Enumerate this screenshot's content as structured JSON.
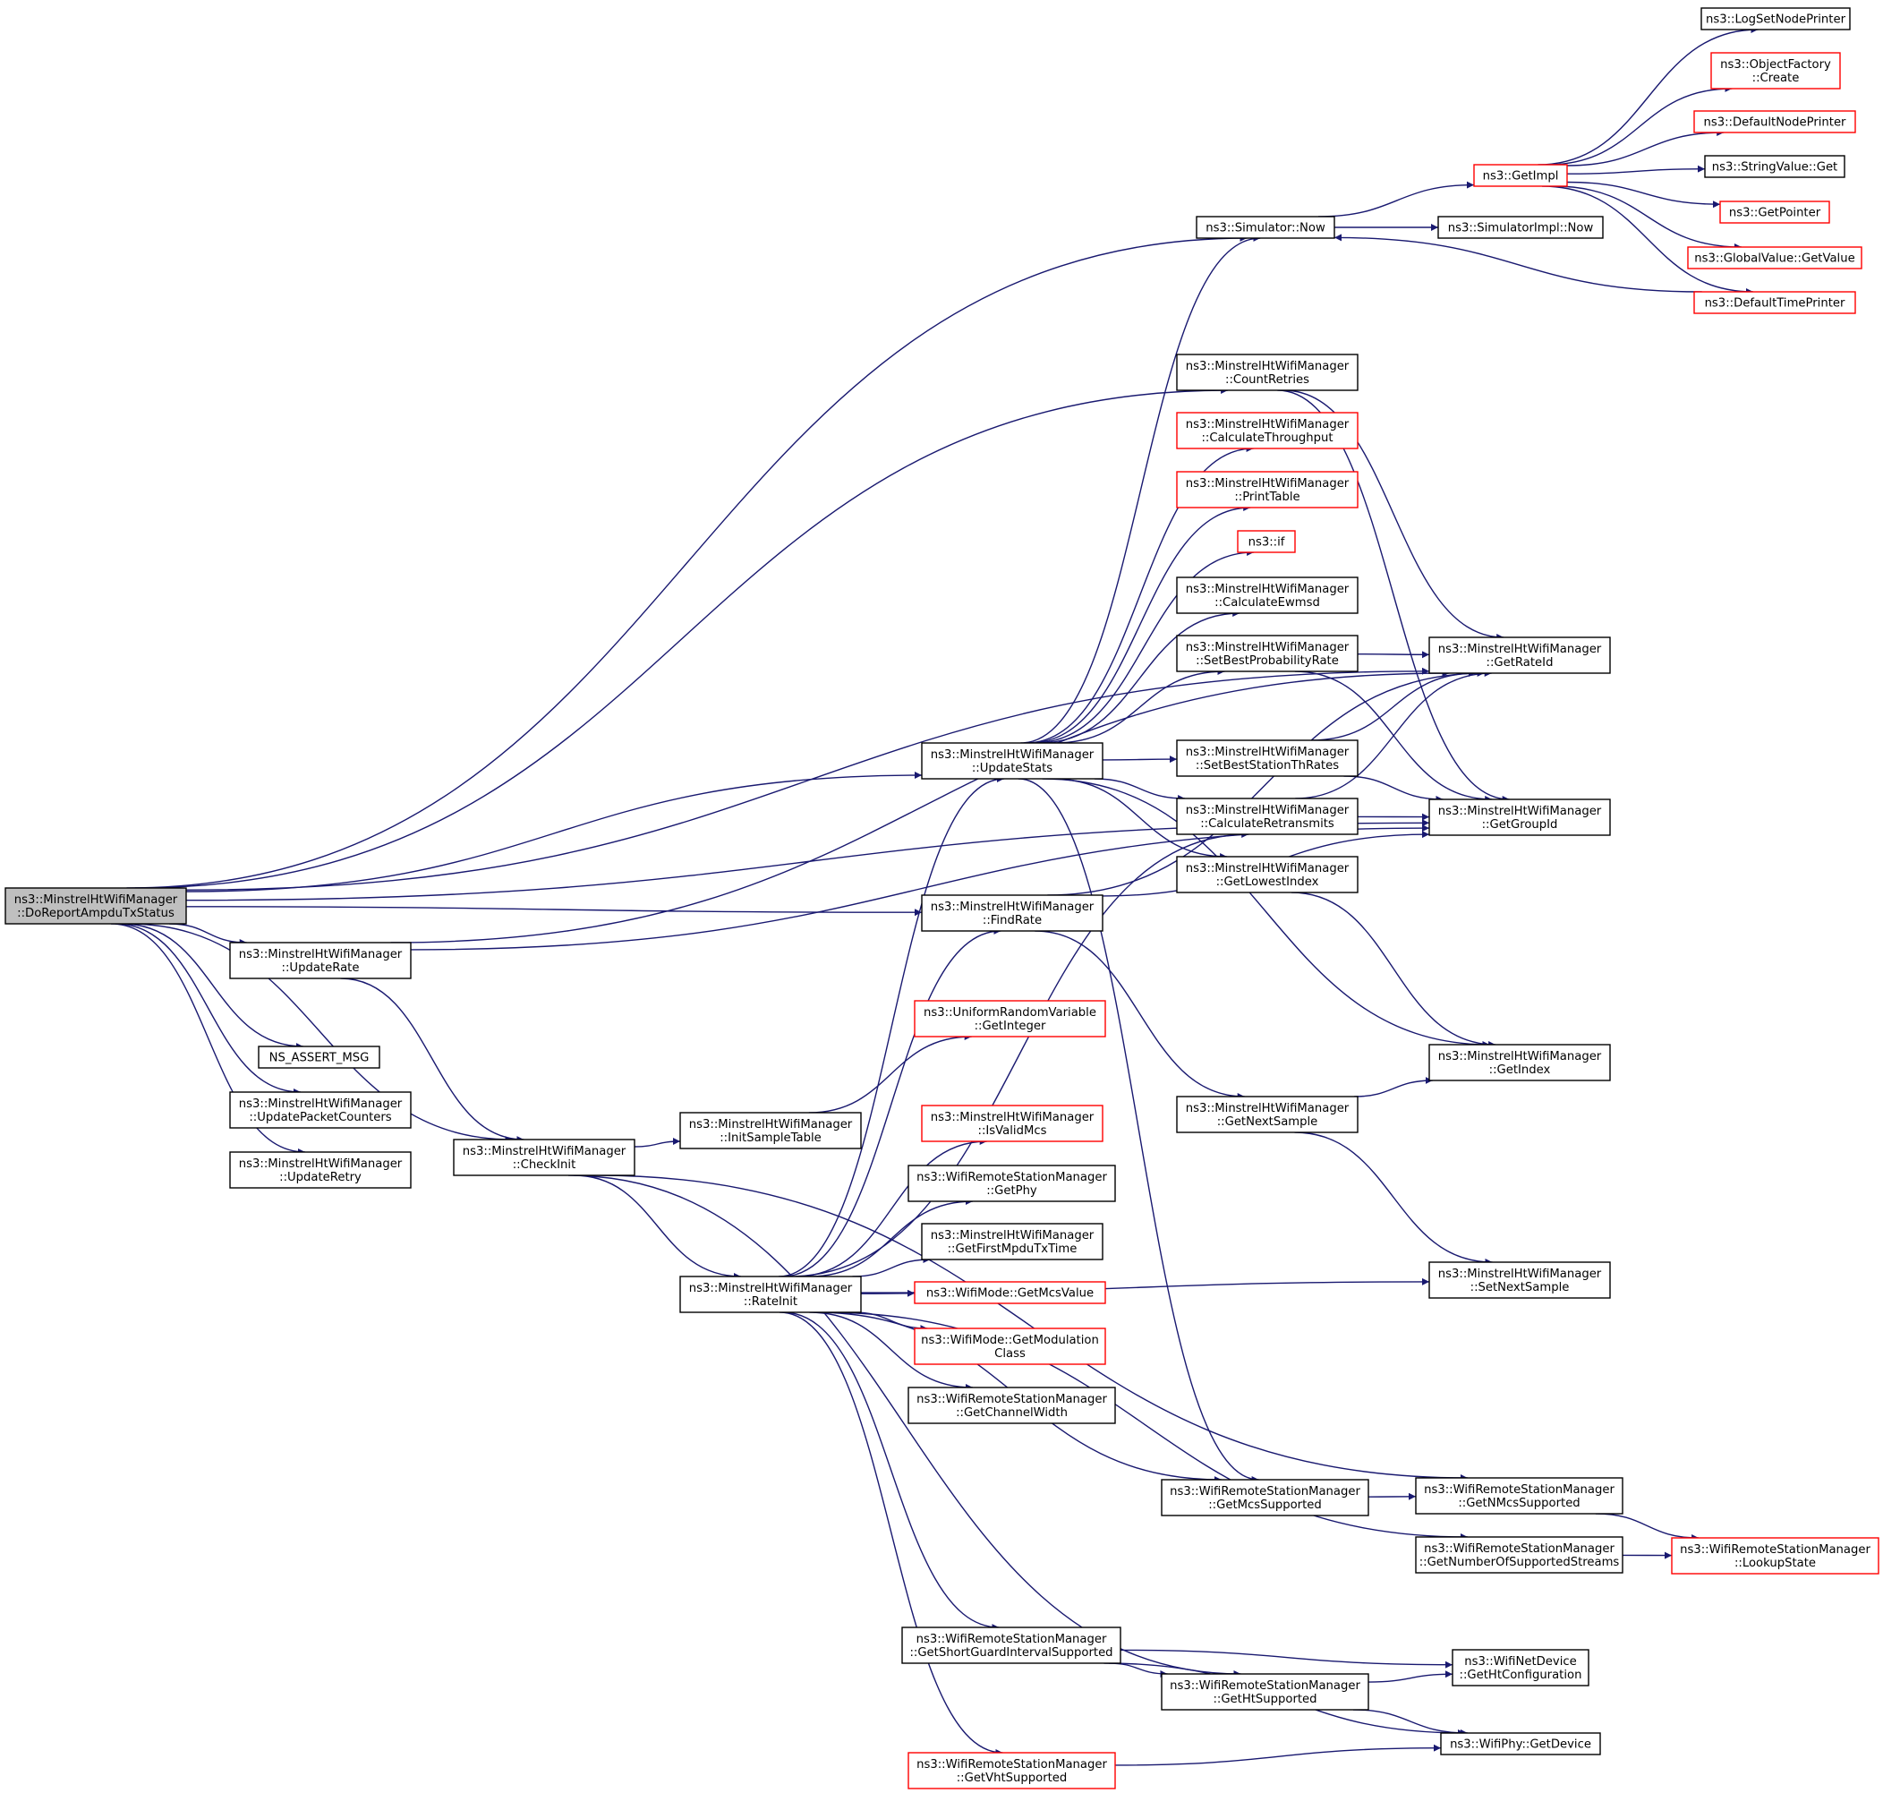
{
  "colors": {
    "edge": "#191970",
    "node_border": "#000000",
    "node_border_truncated": "#ff0000",
    "root_fill": "#bfbfbf",
    "background": "#ffffff"
  },
  "nodes": [
    {
      "id": "doreport",
      "lines": [
        "ns3::MinstrelHtWifiManager",
        "::DoReportAmpduTxStatus"
      ],
      "style": "root"
    },
    {
      "id": "updaterate",
      "lines": [
        "ns3::MinstrelHtWifiManager",
        "::UpdateRate"
      ],
      "style": "normal"
    },
    {
      "id": "nsassert",
      "lines": [
        "NS_ASSERT_MSG"
      ],
      "style": "normal"
    },
    {
      "id": "updatepktcnt",
      "lines": [
        "ns3::MinstrelHtWifiManager",
        "::UpdatePacketCounters"
      ],
      "style": "normal"
    },
    {
      "id": "updateretry",
      "lines": [
        "ns3::MinstrelHtWifiManager",
        "::UpdateRetry"
      ],
      "style": "normal"
    },
    {
      "id": "checkinit",
      "lines": [
        "ns3::MinstrelHtWifiManager",
        "::CheckInit"
      ],
      "style": "normal"
    },
    {
      "id": "initsample",
      "lines": [
        "ns3::MinstrelHtWifiManager",
        "::InitSampleTable"
      ],
      "style": "normal"
    },
    {
      "id": "rateinit",
      "lines": [
        "ns3::MinstrelHtWifiManager",
        "::RateInit"
      ],
      "style": "normal"
    },
    {
      "id": "updatestats",
      "lines": [
        "ns3::MinstrelHtWifiManager",
        "::UpdateStats"
      ],
      "style": "normal"
    },
    {
      "id": "findrate",
      "lines": [
        "ns3::MinstrelHtWifiManager",
        "::FindRate"
      ],
      "style": "normal"
    },
    {
      "id": "getinteger",
      "lines": [
        "ns3::UniformRandomVariable",
        "::GetInteger"
      ],
      "style": "red"
    },
    {
      "id": "isvalidmcs",
      "lines": [
        "ns3::MinstrelHtWifiManager",
        "::IsValidMcs"
      ],
      "style": "red"
    },
    {
      "id": "getphy",
      "lines": [
        "ns3::WifiRemoteStationManager",
        "::GetPhy"
      ],
      "style": "normal"
    },
    {
      "id": "getfirstmpdu",
      "lines": [
        "ns3::MinstrelHtWifiManager",
        "::GetFirstMpduTxTime"
      ],
      "style": "normal"
    },
    {
      "id": "getmcsvalue",
      "lines": [
        "ns3::WifiMode::GetMcsValue"
      ],
      "style": "red"
    },
    {
      "id": "getmodclass",
      "lines": [
        "ns3::WifiMode::GetModulation",
        "Class"
      ],
      "style": "red"
    },
    {
      "id": "getchanwidth",
      "lines": [
        "ns3::WifiRemoteStationManager",
        "::GetChannelWidth"
      ],
      "style": "normal"
    },
    {
      "id": "getshortgi",
      "lines": [
        "ns3::WifiRemoteStationManager",
        "::GetShortGuardIntervalSupported"
      ],
      "style": "normal"
    },
    {
      "id": "getvht",
      "lines": [
        "ns3::WifiRemoteStationManager",
        "::GetVhtSupported"
      ],
      "style": "red"
    },
    {
      "id": "simnow",
      "lines": [
        "ns3::Simulator::Now"
      ],
      "style": "normal"
    },
    {
      "id": "countretries",
      "lines": [
        "ns3::MinstrelHtWifiManager",
        "::CountRetries"
      ],
      "style": "normal"
    },
    {
      "id": "calcthroughput",
      "lines": [
        "ns3::MinstrelHtWifiManager",
        "::CalculateThroughput"
      ],
      "style": "red"
    },
    {
      "id": "printtable",
      "lines": [
        "ns3::MinstrelHtWifiManager",
        "::PrintTable"
      ],
      "style": "red"
    },
    {
      "id": "nsif",
      "lines": [
        "ns3::if"
      ],
      "style": "red"
    },
    {
      "id": "calcewmsd",
      "lines": [
        "ns3::MinstrelHtWifiManager",
        "::CalculateEwmsd"
      ],
      "style": "normal"
    },
    {
      "id": "setbestprob",
      "lines": [
        "ns3::MinstrelHtWifiManager",
        "::SetBestProbabilityRate"
      ],
      "style": "normal"
    },
    {
      "id": "setbestth",
      "lines": [
        "ns3::MinstrelHtWifiManager",
        "::SetBestStationThRates"
      ],
      "style": "normal"
    },
    {
      "id": "calcretrans",
      "lines": [
        "ns3::MinstrelHtWifiManager",
        "::CalculateRetransmits"
      ],
      "style": "normal"
    },
    {
      "id": "getlowest",
      "lines": [
        "ns3::MinstrelHtWifiManager",
        "::GetLowestIndex"
      ],
      "style": "normal"
    },
    {
      "id": "getnextsample",
      "lines": [
        "ns3::MinstrelHtWifiManager",
        "::GetNextSample"
      ],
      "style": "normal"
    },
    {
      "id": "getmcssupp",
      "lines": [
        "ns3::WifiRemoteStationManager",
        "::GetMcsSupported"
      ],
      "style": "normal"
    },
    {
      "id": "gethtsupp",
      "lines": [
        "ns3::WifiRemoteStationManager",
        "::GetHtSupported"
      ],
      "style": "normal"
    },
    {
      "id": "simimplnow",
      "lines": [
        "ns3::SimulatorImpl::Now"
      ],
      "style": "normal"
    },
    {
      "id": "getimpl",
      "lines": [
        "ns3::GetImpl"
      ],
      "style": "red"
    },
    {
      "id": "getrateid",
      "lines": [
        "ns3::MinstrelHtWifiManager",
        "::GetRateId"
      ],
      "style": "normal"
    },
    {
      "id": "getgroupid",
      "lines": [
        "ns3::MinstrelHtWifiManager",
        "::GetGroupId"
      ],
      "style": "normal"
    },
    {
      "id": "getindex",
      "lines": [
        "ns3::MinstrelHtWifiManager",
        "::GetIndex"
      ],
      "style": "normal"
    },
    {
      "id": "setnextsample",
      "lines": [
        "ns3::MinstrelHtWifiManager",
        "::SetNextSample"
      ],
      "style": "normal"
    },
    {
      "id": "getnmcs",
      "lines": [
        "ns3::WifiRemoteStationManager",
        "::GetNMcsSupported"
      ],
      "style": "normal"
    },
    {
      "id": "getnumstreams",
      "lines": [
        "ns3::WifiRemoteStationManager",
        "::GetNumberOfSupportedStreams"
      ],
      "style": "normal"
    },
    {
      "id": "gethtconfig",
      "lines": [
        "ns3::WifiNetDevice",
        "::GetHtConfiguration"
      ],
      "style": "normal"
    },
    {
      "id": "getdevice",
      "lines": [
        "ns3::WifiPhy::GetDevice"
      ],
      "style": "normal"
    },
    {
      "id": "logsetnode",
      "lines": [
        "ns3::LogSetNodePrinter"
      ],
      "style": "normal"
    },
    {
      "id": "objfactory",
      "lines": [
        "ns3::ObjectFactory",
        "::Create"
      ],
      "style": "red"
    },
    {
      "id": "defnodeprinter",
      "lines": [
        "ns3::DefaultNodePrinter"
      ],
      "style": "red"
    },
    {
      "id": "stringvalget",
      "lines": [
        "ns3::StringValue::Get"
      ],
      "style": "normal"
    },
    {
      "id": "getpointer",
      "lines": [
        "ns3::GetPointer"
      ],
      "style": "red"
    },
    {
      "id": "globalvalget",
      "lines": [
        "ns3::GlobalValue::GetValue"
      ],
      "style": "red"
    },
    {
      "id": "deftimeprinter",
      "lines": [
        "ns3::DefaultTimePrinter"
      ],
      "style": "red"
    },
    {
      "id": "lookupstate",
      "lines": [
        "ns3::WifiRemoteStationManager",
        "::LookupState"
      ],
      "style": "red"
    }
  ],
  "edges": [
    [
      "doreport",
      "simnow"
    ],
    [
      "doreport",
      "getrateid"
    ],
    [
      "doreport",
      "countretries"
    ],
    [
      "doreport",
      "updatestats"
    ],
    [
      "doreport",
      "getgroupid"
    ],
    [
      "doreport",
      "findrate"
    ],
    [
      "doreport",
      "updaterate"
    ],
    [
      "doreport",
      "nsassert"
    ],
    [
      "doreport",
      "updatepktcnt"
    ],
    [
      "doreport",
      "updateretry"
    ],
    [
      "doreport",
      "checkinit"
    ],
    [
      "updaterate",
      "getrateid"
    ],
    [
      "updaterate",
      "getgroupid"
    ],
    [
      "updaterate",
      "checkinit"
    ],
    [
      "checkinit",
      "initsample"
    ],
    [
      "checkinit",
      "rateinit"
    ],
    [
      "checkinit",
      "getnmcs"
    ],
    [
      "checkinit",
      "gethtsupp"
    ],
    [
      "initsample",
      "getinteger"
    ],
    [
      "rateinit",
      "updatestats"
    ],
    [
      "rateinit",
      "findrate"
    ],
    [
      "rateinit",
      "calcretrans"
    ],
    [
      "rateinit",
      "isvalidmcs"
    ],
    [
      "rateinit",
      "getphy"
    ],
    [
      "rateinit",
      "getfirstmpdu"
    ],
    [
      "rateinit",
      "getmcsvalue"
    ],
    [
      "rateinit",
      "getmodclass"
    ],
    [
      "rateinit",
      "getchanwidth"
    ],
    [
      "rateinit",
      "setnextsample"
    ],
    [
      "rateinit",
      "getmcssupp"
    ],
    [
      "rateinit",
      "getnumstreams"
    ],
    [
      "rateinit",
      "getshortgi"
    ],
    [
      "rateinit",
      "getvht"
    ],
    [
      "updatestats",
      "simnow"
    ],
    [
      "updatestats",
      "calcthroughput"
    ],
    [
      "updatestats",
      "printtable"
    ],
    [
      "updatestats",
      "nsif"
    ],
    [
      "updatestats",
      "calcewmsd"
    ],
    [
      "updatestats",
      "setbestprob"
    ],
    [
      "updatestats",
      "setbestth"
    ],
    [
      "updatestats",
      "calcretrans"
    ],
    [
      "updatestats",
      "getlowest"
    ],
    [
      "updatestats",
      "getindex"
    ],
    [
      "updatestats",
      "getmcssupp"
    ],
    [
      "findrate",
      "getrateid"
    ],
    [
      "findrate",
      "getgroupid"
    ],
    [
      "findrate",
      "getnextsample"
    ],
    [
      "countretries",
      "getrateid"
    ],
    [
      "countretries",
      "getgroupid"
    ],
    [
      "setbestprob",
      "getrateid"
    ],
    [
      "setbestprob",
      "getgroupid"
    ],
    [
      "setbestth",
      "getrateid"
    ],
    [
      "setbestth",
      "getgroupid"
    ],
    [
      "calcretrans",
      "getrateid"
    ],
    [
      "calcretrans",
      "getgroupid"
    ],
    [
      "getlowest",
      "getindex"
    ],
    [
      "getnextsample",
      "getindex"
    ],
    [
      "getnextsample",
      "setnextsample"
    ],
    [
      "simnow",
      "getimpl"
    ],
    [
      "simnow",
      "simimplnow"
    ],
    [
      "getimpl",
      "logsetnode"
    ],
    [
      "getimpl",
      "objfactory"
    ],
    [
      "getimpl",
      "defnodeprinter"
    ],
    [
      "getimpl",
      "stringvalget"
    ],
    [
      "getimpl",
      "getpointer"
    ],
    [
      "getimpl",
      "globalvalget"
    ],
    [
      "getimpl",
      "deftimeprinter"
    ],
    [
      "deftimeprinter",
      "simnow"
    ],
    [
      "getmcssupp",
      "getnmcs"
    ],
    [
      "getnmcs",
      "lookupstate"
    ],
    [
      "getnumstreams",
      "lookupstate"
    ],
    [
      "getshortgi",
      "gethtconfig"
    ],
    [
      "getshortgi",
      "gethtsupp"
    ],
    [
      "getshortgi",
      "getdevice"
    ],
    [
      "gethtsupp",
      "gethtconfig"
    ],
    [
      "gethtsupp",
      "getdevice"
    ],
    [
      "getvht",
      "getdevice"
    ]
  ]
}
